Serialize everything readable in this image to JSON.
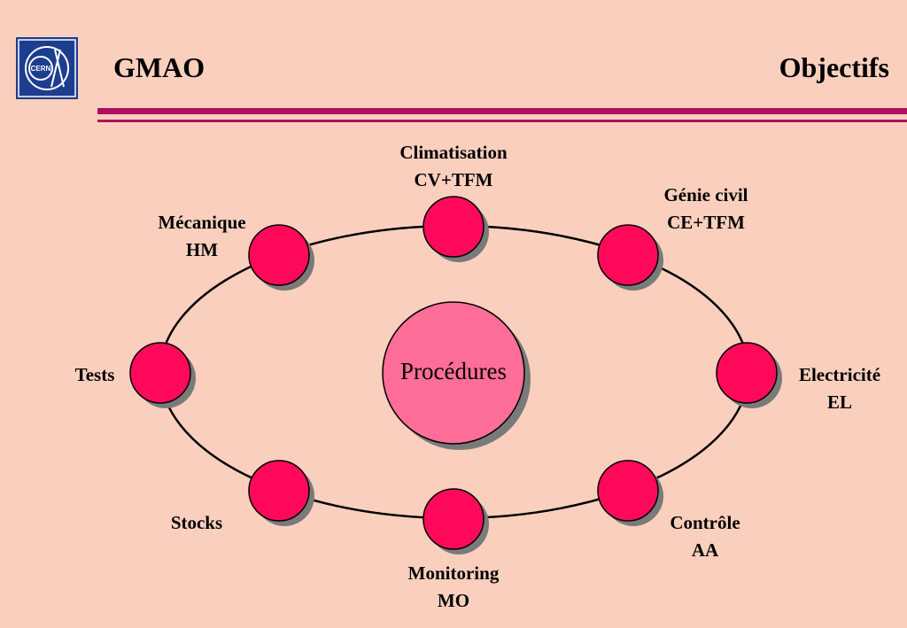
{
  "header": {
    "title_left": "GMAO",
    "title_right": "Objectifs",
    "logo_text": "CERN"
  },
  "diagram": {
    "center": {
      "label": "Procédures"
    },
    "nodes": [
      {
        "line1": "Climatisation",
        "line2": "CV+TFM"
      },
      {
        "line1": "Génie civil",
        "line2": "CE+TFM"
      },
      {
        "line1": "Electricité",
        "line2": "EL"
      },
      {
        "line1": "Contrôle",
        "line2": "AA"
      },
      {
        "line1": "Monitoring",
        "line2": "MO"
      },
      {
        "line1": "Stocks",
        "line2": ""
      },
      {
        "line1": "Tests",
        "line2": ""
      },
      {
        "line1": "Mécanique",
        "line2": "HM"
      }
    ]
  },
  "colors": {
    "background": "#FACFBE",
    "node_fill": "#FF0A5A",
    "center_fill": "#FF6D99",
    "rule": "#B01060",
    "logo_blue": "#1D3D8F"
  }
}
